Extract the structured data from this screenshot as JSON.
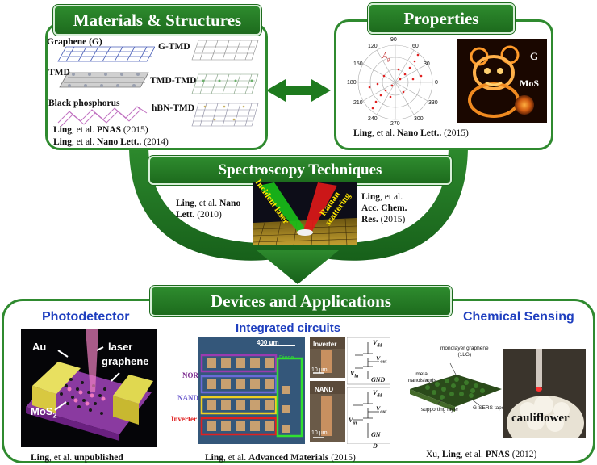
{
  "materials": {
    "title": "Materials & Structures",
    "labels": {
      "graphene": "Graphene (G)",
      "tmd": "TMD",
      "bp": "Black phosphorus",
      "gtmd": "G-TMD",
      "tmdtmd": "TMD-TMD",
      "hbntmd": "hBN-TMD"
    },
    "ref1": {
      "author": "Ling",
      "etal": ", et al. ",
      "journal": "PNAS",
      "year": " (2015)"
    },
    "ref2": {
      "author": "Ling",
      "etal": ", et al. ",
      "journal": "Nano Lett..",
      "year": " (2014)"
    }
  },
  "properties": {
    "title": "Properties",
    "polar": {
      "angles": [
        "90",
        "60",
        "30",
        "0",
        "330",
        "300",
        "270",
        "240",
        "210",
        "180",
        "150",
        "120"
      ],
      "symbol": "A",
      "subscript": "g"
    },
    "map": {
      "g_label": "G",
      "mos_label": "MoS"
    },
    "ref": {
      "author": "Ling",
      "etal": ", et al. ",
      "journal": "Nano Lett..",
      "year": " (2015)"
    }
  },
  "spectroscopy": {
    "title": "Spectroscopy Techniques",
    "left_ref": {
      "author": "Ling",
      "etal": ", et al. ",
      "journal": "Nano",
      "journal2": "Lett.",
      "year": " (2010)"
    },
    "right_ref": {
      "line1_author": "Ling",
      "line1_rest": ", et al.",
      "line2": "Acc. Chem.",
      "line3": "Res.",
      "line3_year": " (2015)"
    },
    "beam1": "Incident laser",
    "beam2": "Raman scattering"
  },
  "devices": {
    "title": "Devices and Applications",
    "photodetector": {
      "heading": "Photodetector",
      "au": "Au",
      "laser": "laser",
      "graphene": "graphene",
      "mos2": "MoS",
      "mos2_sub": "2",
      "ref": {
        "author": "Ling",
        "etal": ", et al. ",
        "journal": "unpublished"
      }
    },
    "integrated": {
      "heading": "Integrated circuits",
      "scale": "400 μm",
      "diode": "Diode",
      "nor": "NOR",
      "nand": "NAND",
      "inverter": "Inverter",
      "inset_inverter": "Inverter",
      "inset_nand": "NAND",
      "scale_small1": "10 μm",
      "scale_small2": "10 μm",
      "vdd": "V",
      "vdd_sub": "dd",
      "vout": "V",
      "vout_sub": "out",
      "vin": "V",
      "vin_sub": "in",
      "gnd": "GND",
      "gn": "GN",
      "d": "D",
      "ref": {
        "author": "Ling",
        "etal": ", et al. ",
        "journal": "Advanced Materials",
        "year": " (2015)"
      }
    },
    "chemical": {
      "heading": "Chemical Sensing",
      "l1": "monolayer graphene",
      "l1b": "(1LG)",
      "l2": "metal",
      "l2b": "nanoislands",
      "l3": "supporting layer",
      "l4": "G-SERS tape",
      "cauliflower": "cauliflower",
      "ref": {
        "pre": "Xu, ",
        "author": "Ling",
        "etal": ", et al. ",
        "journal": "PNAS",
        "year": " (2012)"
      }
    }
  },
  "colors": {
    "green": "#2f8a2f",
    "dark_green": "#1d6b1d",
    "blue": "#1f3fbf",
    "nor": "#7b2a8f",
    "nand": "#6a5acd",
    "inverter": "#e02020"
  }
}
